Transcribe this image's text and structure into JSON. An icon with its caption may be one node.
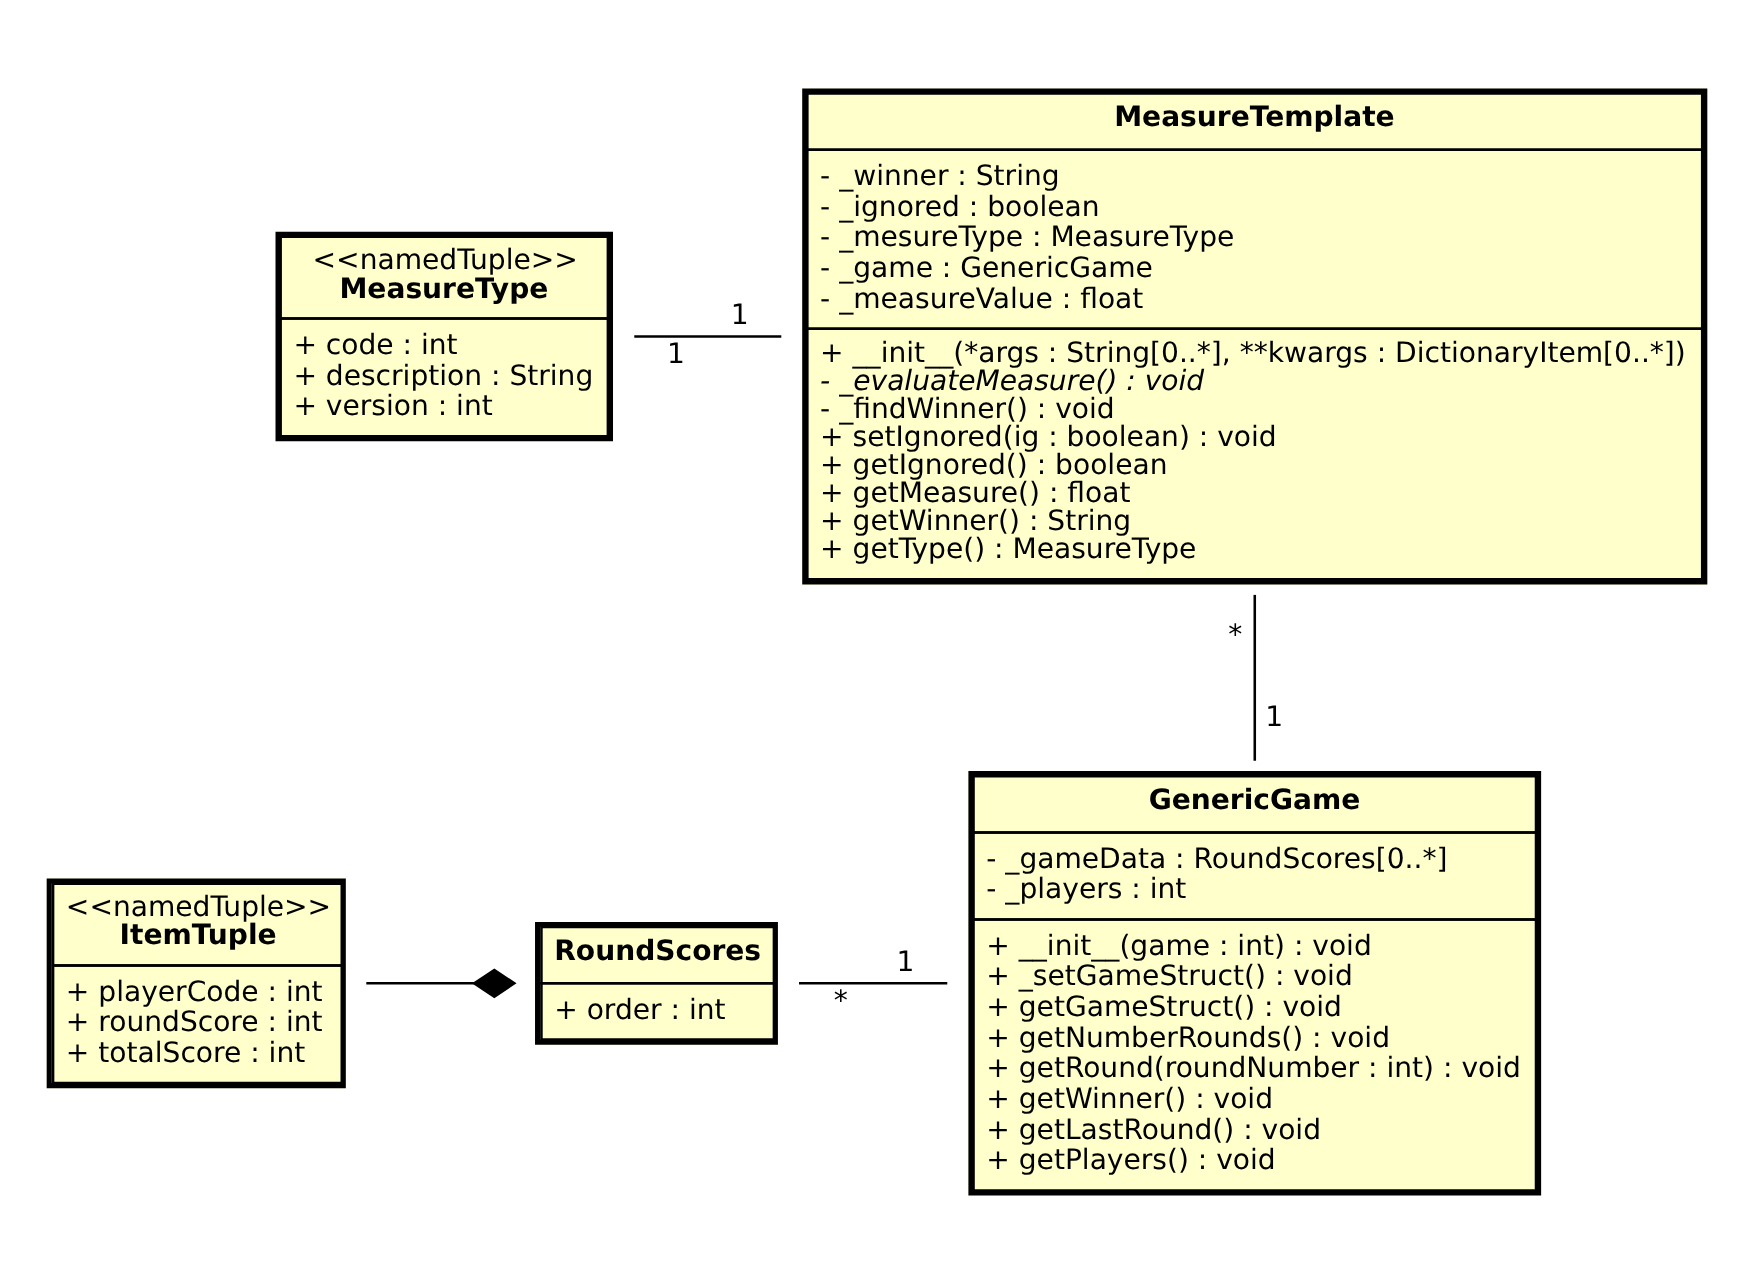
{
  "diagram": {
    "nodes": [
      {
        "text": [
          "MeasureTemplate",
          "- _winner : String",
          "- _ignored : boolean",
          "- _mesureType : MeasureType",
          "- _game : GenericGame",
          "- _measureValue : float",
          "+ __init__(*args : String[0..*], **kwargs : DictionaryItem[0..*])",
          "- _evaluateMeasure() : void",
          "- _findWinner() : void",
          "+ setIgnored(ig : boolean) : void",
          "+ getIgnored() : boolean",
          "+ getMeasure() : float",
          "+ getWinner() : String",
          "+ getType() : MeasureType"
        ]
      },
      {
        "text": [
          "<<namedTuple>>",
          "MeasureType",
          "+ code : int",
          "+ description : String",
          "+ version : int"
        ]
      },
      {
        "text": [
          "GenericGame",
          "- _gameData : RoundScores[0..*]",
          "- _players : int",
          "+ __init__(game : int) : void",
          "+ _setGameStruct() : void",
          "+ getGameStruct() : void",
          "+ getNumberRounds() : void",
          "+ getRound(roundNumber : int) : void",
          "+ getWinner() : void",
          "+ getLastRound() : void",
          "+ getPlayers() : void"
        ]
      },
      {
        "text": [
          "RoundScores",
          "+ order : int"
        ]
      },
      {
        "text": [
          "<<namedTuple>>",
          "ItemTuple",
          "+ playerCode : int",
          "+ roundScore : int",
          "+ totalScore : int"
        ]
      }
    ],
    "edges": [
      {
        "from": 1,
        "to": 0,
        "arrow": "none"
      },
      {
        "from": 0,
        "to": 2,
        "arrow": "none"
      },
      {
        "from": 3,
        "to": 2,
        "arrow": "none"
      },
      {
        "from": 4,
        "to": 3,
        "arrow": "other"
      }
    ],
    "labels": [
      "1",
      "1",
      "*",
      "1",
      "*",
      "1"
    ]
  }
}
